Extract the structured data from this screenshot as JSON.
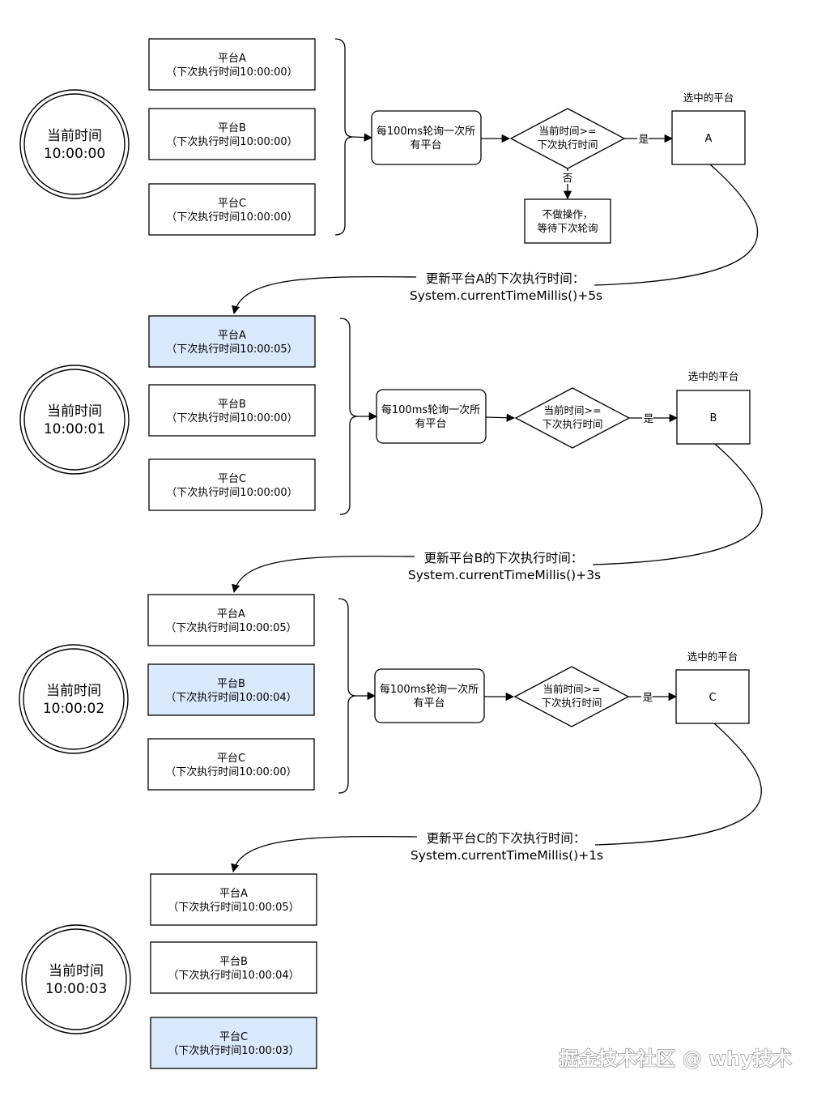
{
  "colors": {
    "highlight_fill": "#dae8fc",
    "highlight_stroke": "#6c8ebf",
    "normal_fill": "#ffffff",
    "stroke": "#000000"
  },
  "watermark": "掘金技术社区 @ why技术",
  "stages": [
    {
      "clock": {
        "label": "当前时间",
        "time": "10:00:00"
      },
      "platforms": [
        {
          "name": "平台A",
          "next": "（下次执行时间10:00:00）",
          "highlight": false
        },
        {
          "name": "平台B",
          "next": "（下次执行时间10:00:00）",
          "highlight": false
        },
        {
          "name": "平台C",
          "next": "（下次执行时间10:00:00）",
          "highlight": false
        }
      ],
      "poll": {
        "line1": "每100ms轮询一次所",
        "line2": "有平台"
      },
      "decision": {
        "line1": "当前时间>=",
        "line2": "下次执行时间"
      },
      "yes_label": "是",
      "no_label": "否",
      "no_action": {
        "line1": "不做操作，",
        "line2": "等待下次轮询"
      },
      "selected_caption": "选中的平台",
      "selected": "A",
      "update": {
        "line1": "更新平台A的下次执行时间：",
        "line2": "System.currentTimeMillis()+5s"
      }
    },
    {
      "clock": {
        "label": "当前时间",
        "time": "10:00:01"
      },
      "platforms": [
        {
          "name": "平台A",
          "next": "（下次执行时间10:00:05）",
          "highlight": true
        },
        {
          "name": "平台B",
          "next": "（下次执行时间10:00:00）",
          "highlight": false
        },
        {
          "name": "平台C",
          "next": "（下次执行时间10:00:00）",
          "highlight": false
        }
      ],
      "poll": {
        "line1": "每100ms轮询一次所",
        "line2": "有平台"
      },
      "decision": {
        "line1": "当前时间>=",
        "line2": "下次执行时间"
      },
      "yes_label": "是",
      "selected_caption": "选中的平台",
      "selected": "B",
      "update": {
        "line1": "更新平台B的下次执行时间：",
        "line2": "System.currentTimeMillis()+3s"
      }
    },
    {
      "clock": {
        "label": "当前时间",
        "time": "10:00:02"
      },
      "platforms": [
        {
          "name": "平台A",
          "next": "（下次执行时间10:00:05）",
          "highlight": false
        },
        {
          "name": "平台B",
          "next": "（下次执行时间10:00:04）",
          "highlight": true
        },
        {
          "name": "平台C",
          "next": "（下次执行时间10:00:00）",
          "highlight": false
        }
      ],
      "poll": {
        "line1": "每100ms轮询一次所",
        "line2": "有平台"
      },
      "decision": {
        "line1": "当前时间>=",
        "line2": "下次执行时间"
      },
      "yes_label": "是",
      "selected_caption": "选中的平台",
      "selected": "C",
      "update": {
        "line1": "更新平台C的下次执行时间：",
        "line2": "System.currentTimeMillis()+1s"
      }
    },
    {
      "clock": {
        "label": "当前时间",
        "time": "10:00:03"
      },
      "platforms": [
        {
          "name": "平台A",
          "next": "（下次执行时间10:00:05）",
          "highlight": false
        },
        {
          "name": "平台B",
          "next": "（下次执行时间10:00:04）",
          "highlight": false
        },
        {
          "name": "平台C",
          "next": "（下次执行时间10:00:03）",
          "highlight": true
        }
      ]
    }
  ]
}
